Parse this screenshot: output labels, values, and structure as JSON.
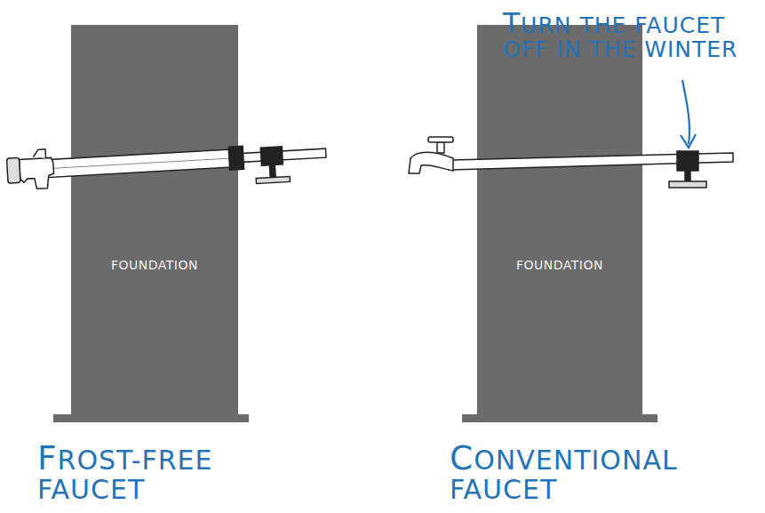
{
  "diagram": {
    "nodes": [
      {
        "text": [
          "FOUNDATION"
        ]
      },
      {
        "text": [
          "FOUNDATION"
        ]
      }
    ],
    "labels": [
      "TURN THE FAUCET OFF IN THE WINTER",
      "FROST-FREE FAUCET",
      "CONVENTIONAL FAUCET"
    ]
  }
}
